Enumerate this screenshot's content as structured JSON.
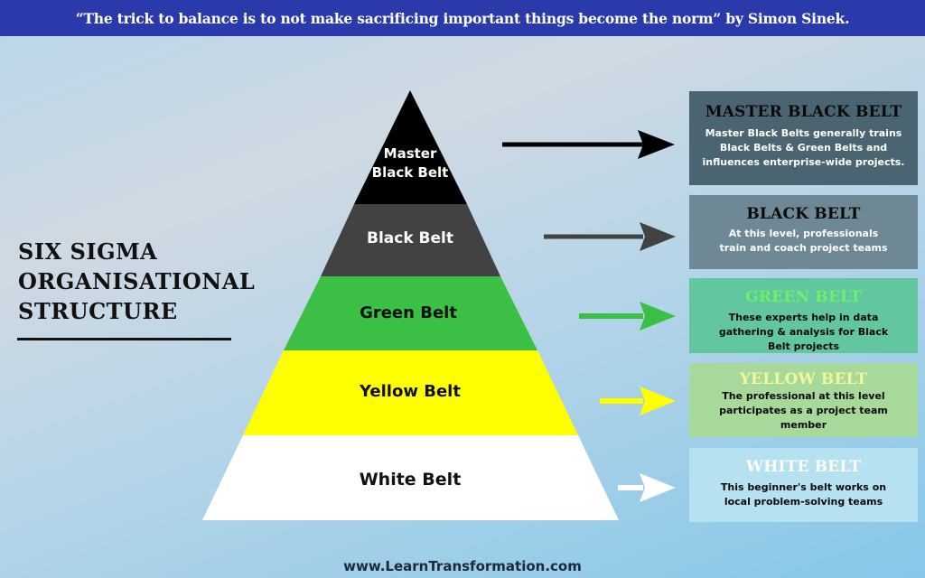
{
  "banner": {
    "quote": "“The trick to balance is to not make sacrificing important things become the norm” by Simon Sinek."
  },
  "title": {
    "line1": "SIX SIGMA",
    "line2": "ORGANISATIONAL",
    "line3": "STRUCTURE"
  },
  "pyramid": {
    "levels": [
      {
        "label_line1": "Master",
        "label_line2": "Black Belt",
        "color": "#000000",
        "text_color": "#ffffff"
      },
      {
        "label": "Black Belt",
        "color": "#424242",
        "text_color": "#ffffff"
      },
      {
        "label": "Green Belt",
        "color": "#3bbf45",
        "text_color": "#111111"
      },
      {
        "label": "Yellow Belt",
        "color": "#ffff00",
        "text_color": "#111111"
      },
      {
        "label": "White Belt",
        "color": "#ffffff",
        "text_color": "#111111"
      }
    ]
  },
  "cards": [
    {
      "title": "MASTER BLACK BELT",
      "description": "Master Black Belts generally trains Black Belts & Green Belts and influences enterprise-wide projects.",
      "bg": "#4a6471",
      "title_color": "#0a0a0a",
      "text_color": "#ffffff",
      "arrow_color": "#000000"
    },
    {
      "title": "BLACK BELT",
      "description": "At this level, professionals train and coach project teams",
      "bg": "#6f8896",
      "title_color": "#0a0a0a",
      "text_color": "#ffffff",
      "arrow_color": "#424242"
    },
    {
      "title": "GREEN BELT",
      "description": "These experts help in data gathering & analysis for Black Belt projects",
      "bg": "#62c79e",
      "title_color": "#6cf06a",
      "text_color": "#0a0a0a",
      "arrow_color": "#3bbf45"
    },
    {
      "title": "YELLOW BELT",
      "description": "The professional at this level participates as a project team member",
      "bg": "#a6d99a",
      "title_color": "#f3f79a",
      "text_color": "#0a0a0a",
      "arrow_color": "#ffff00"
    },
    {
      "title": "WHITE BELT",
      "description": "This beginner's belt works on local problem-solving teams",
      "bg": "#b6e1f1",
      "title_color": "#ffffff",
      "text_color": "#0a0a0a",
      "arrow_color": "#ffffff"
    }
  ],
  "footer": {
    "url": "www.LearnTransformation.com"
  }
}
